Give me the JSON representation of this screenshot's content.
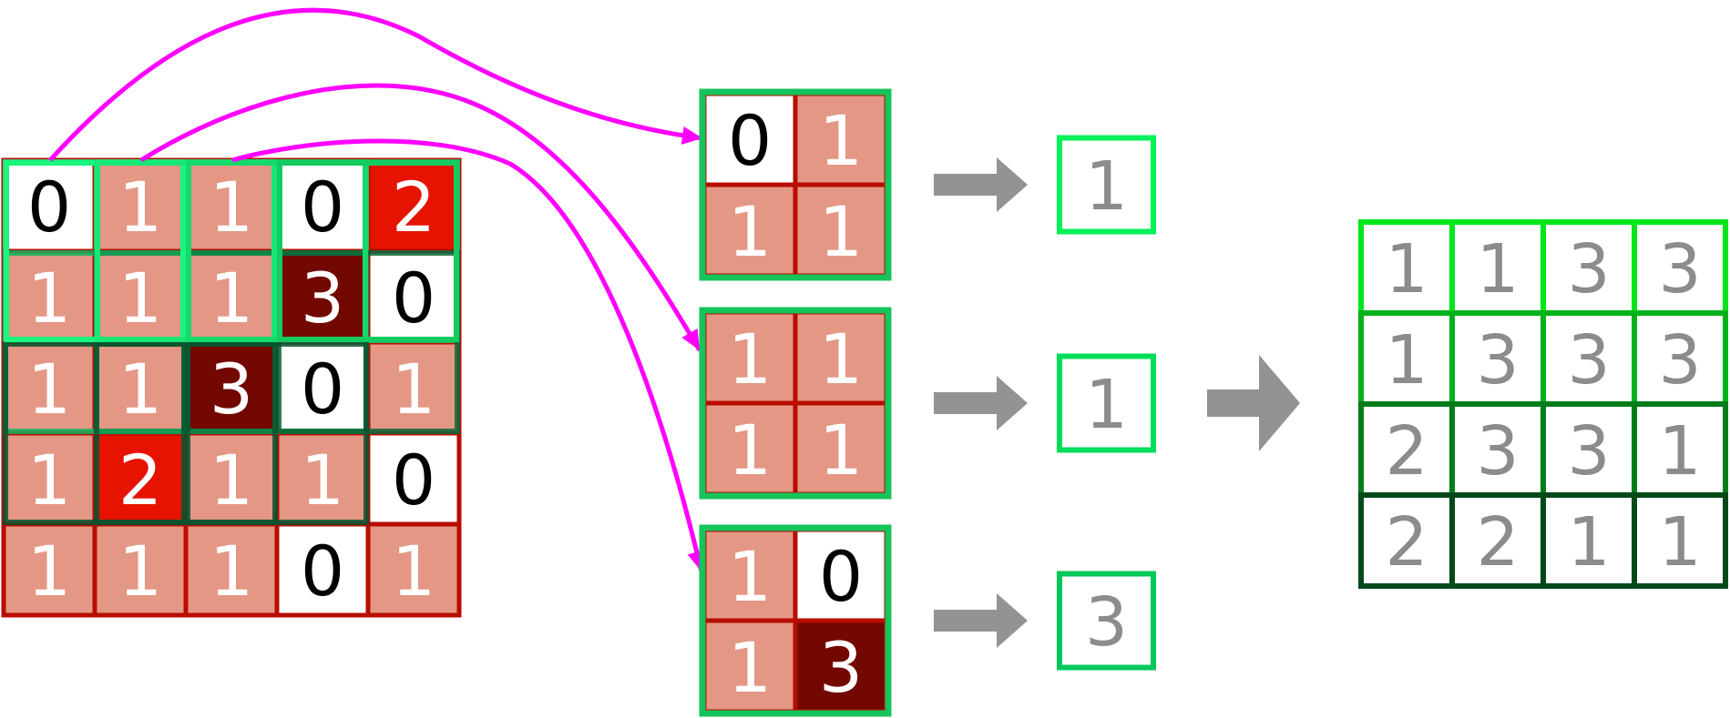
{
  "colors": {
    "white_cell": "#ffffff",
    "salmon_cell": "#e49785",
    "red_cell": "#e51300",
    "darkred_cell": "#730800",
    "cell_border": "#b80d00",
    "arrow_pink": "#ff00ff",
    "arrow_gray": "#939393",
    "output_text": "#8c8c8c",
    "window_green": "#15c45a",
    "result_box_greens": [
      "#00f15a",
      "#00dd5a",
      "#00c95a"
    ],
    "output_row_greens": [
      "#00e61a",
      "#00b21a",
      "#007d1a",
      "#004a1a"
    ]
  },
  "input_grid": {
    "values": [
      [
        0,
        1,
        1,
        0,
        2
      ],
      [
        1,
        1,
        1,
        3,
        0
      ],
      [
        1,
        1,
        3,
        0,
        1
      ],
      [
        1,
        2,
        1,
        1,
        0
      ],
      [
        1,
        1,
        1,
        0,
        1
      ]
    ]
  },
  "windows": [
    {
      "values": [
        [
          0,
          1
        ],
        [
          1,
          1
        ]
      ],
      "result": "1"
    },
    {
      "values": [
        [
          1,
          1
        ],
        [
          1,
          1
        ]
      ],
      "result": "1"
    },
    {
      "values": [
        [
          1,
          0
        ],
        [
          1,
          3
        ]
      ],
      "result": "3"
    }
  ],
  "output_grid": {
    "values": [
      [
        "1",
        "1",
        "3",
        "3"
      ],
      [
        "1",
        "3",
        "3",
        "3"
      ],
      [
        "2",
        "3",
        "3",
        "1"
      ],
      [
        "2",
        "2",
        "1",
        "1"
      ]
    ]
  }
}
